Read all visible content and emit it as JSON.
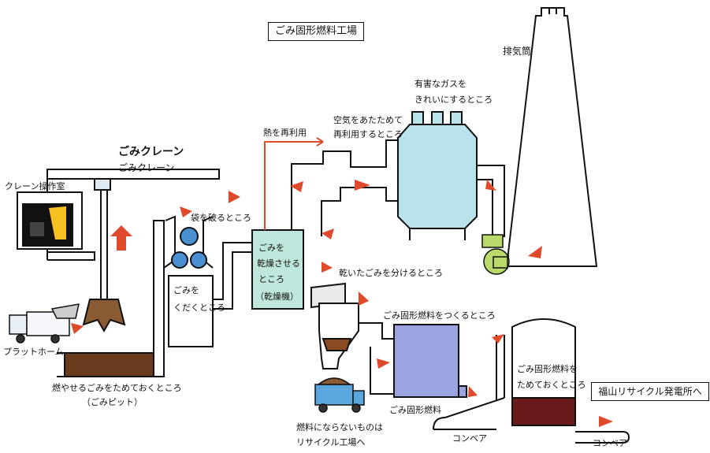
{
  "title": "ごみ固形燃料工場",
  "labels": {
    "stack": "排気筒",
    "harmful_gas_1": "有害なガスを",
    "harmful_gas_2": "きれいにするところ",
    "air_heat_1": "空気をあたためて",
    "air_heat_2": "再利用するところ",
    "heat_reuse": "熱を再利用",
    "crane_heading": "ごみクレーン",
    "crane_sub": "ごみクレーン",
    "crane_room": "クレーン操作室",
    "bag_break": "袋を破るところ",
    "crush_1": "ごみを",
    "crush_2": "くだくところ",
    "dryer_1": "ごみを",
    "dryer_2": "乾燥させる",
    "dryer_3": "ところ",
    "dryer_4": "（乾燥機）",
    "separate": "乾いたごみを分けるところ",
    "rdf_make": "ごみ固形燃料をつくるところ",
    "rdf_store_1": "ごみ固形燃料を",
    "rdf_store_2": "ためておくところ",
    "platform": "プラットホーム",
    "pit_1": "燃やせるごみをためておくところ",
    "pit_2": "（ごみピット）",
    "non_fuel_1": "燃料にならないものは",
    "non_fuel_2": "リサイクル工場へ",
    "rdf_label": "ごみ固形燃料",
    "conveyor_1": "コンベア",
    "conveyor_2": "コンベア",
    "destination": "福山リサイクル発電所へ"
  }
}
